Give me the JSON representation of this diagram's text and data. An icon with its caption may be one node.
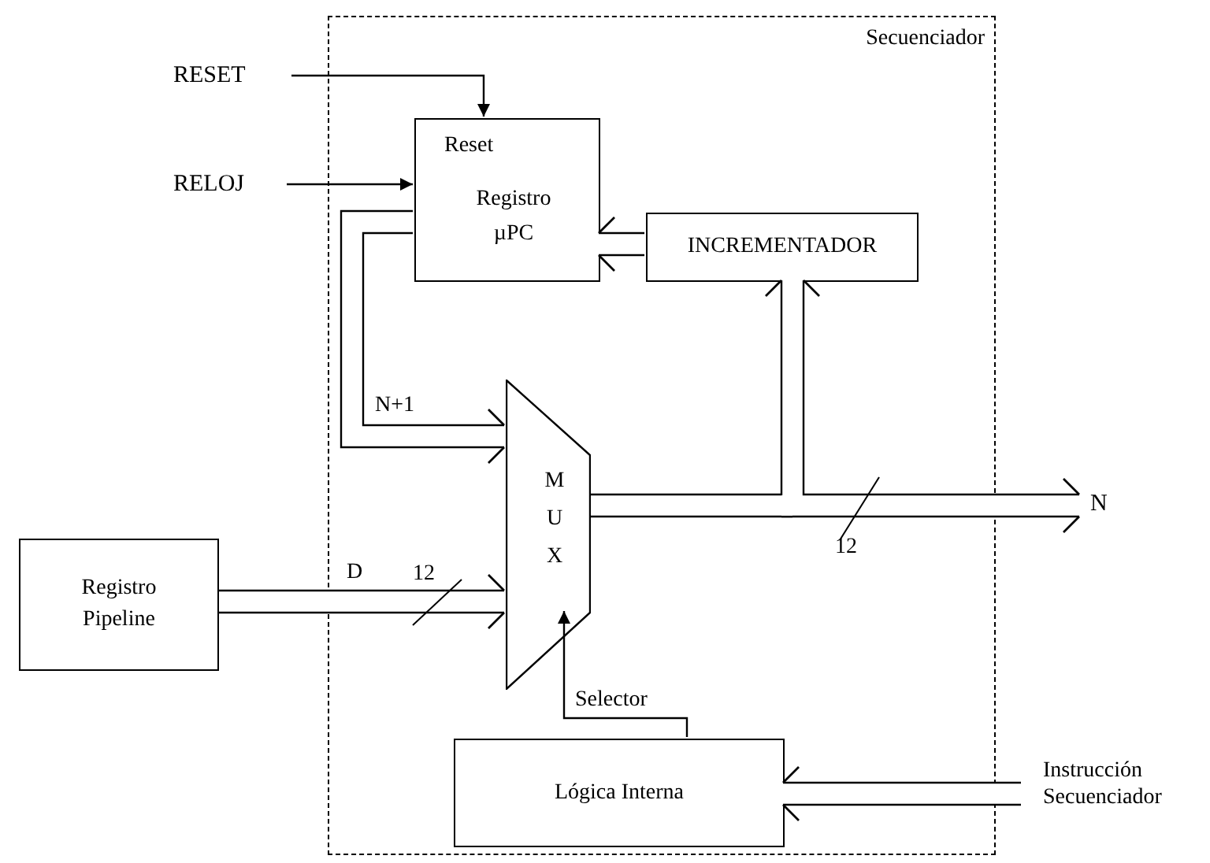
{
  "diagram": {
    "nodes": [
      {
        "text": [
          "Secuenciador"
        ]
      },
      {
        "text": [
          "RESET"
        ]
      },
      {
        "text": [
          "RELOJ"
        ]
      },
      {
        "text": [
          "Reset",
          "Registro µPC"
        ],
        "in": 0
      },
      {
        "text": [
          "INCREMENTADOR"
        ],
        "in": 0
      },
      {
        "text": [
          "MUX"
        ],
        "in": 0
      },
      {
        "text": [
          "Registro Pipeline"
        ]
      },
      {
        "text": [
          "Lógica Interna"
        ],
        "in": 0
      },
      {
        "text": [
          "N"
        ]
      },
      {
        "text": [
          "Instrucción Secuenciador"
        ]
      }
    ],
    "edges": [
      {
        "from": 1,
        "to": 3,
        "arrow": "to"
      },
      {
        "from": 2,
        "to": 3,
        "arrow": "to"
      },
      {
        "from": 4,
        "to": 3,
        "arrow": "to"
      },
      {
        "from": 3,
        "to": 5,
        "arrow": "to",
        "label": "N+1"
      },
      {
        "from": 6,
        "to": 5,
        "arrow": "to",
        "label": "D"
      },
      {
        "from": 5,
        "to": 8,
        "arrow": "to"
      },
      {
        "from": 5,
        "to": 4,
        "arrow": "to"
      },
      {
        "from": 7,
        "to": 5,
        "arrow": "to",
        "label": "Selector"
      },
      {
        "from": 9,
        "to": 7,
        "arrow": "to"
      }
    ],
    "labels": [
      "12",
      "12"
    ]
  }
}
